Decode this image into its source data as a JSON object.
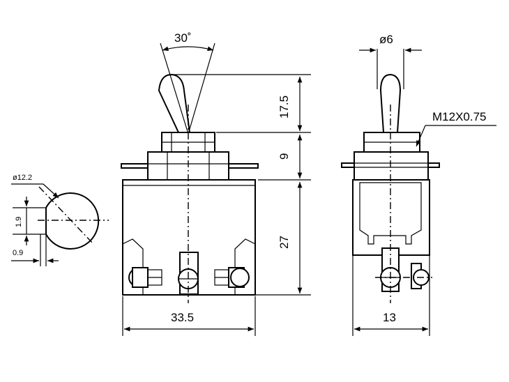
{
  "front_view": {
    "angle_label": "30˚",
    "lever_height_label": "17.5",
    "nut_height_label": "9",
    "body_height_label": "27",
    "body_width_label": "33.5"
  },
  "side_view": {
    "lever_diameter_label": "ø6",
    "thread_label": "M12X0.75",
    "body_depth_label": "13"
  },
  "panel_cutout": {
    "diameter_label": "ø12.2",
    "flat_height_label": "1.9",
    "flat_width_label": "0.9"
  }
}
